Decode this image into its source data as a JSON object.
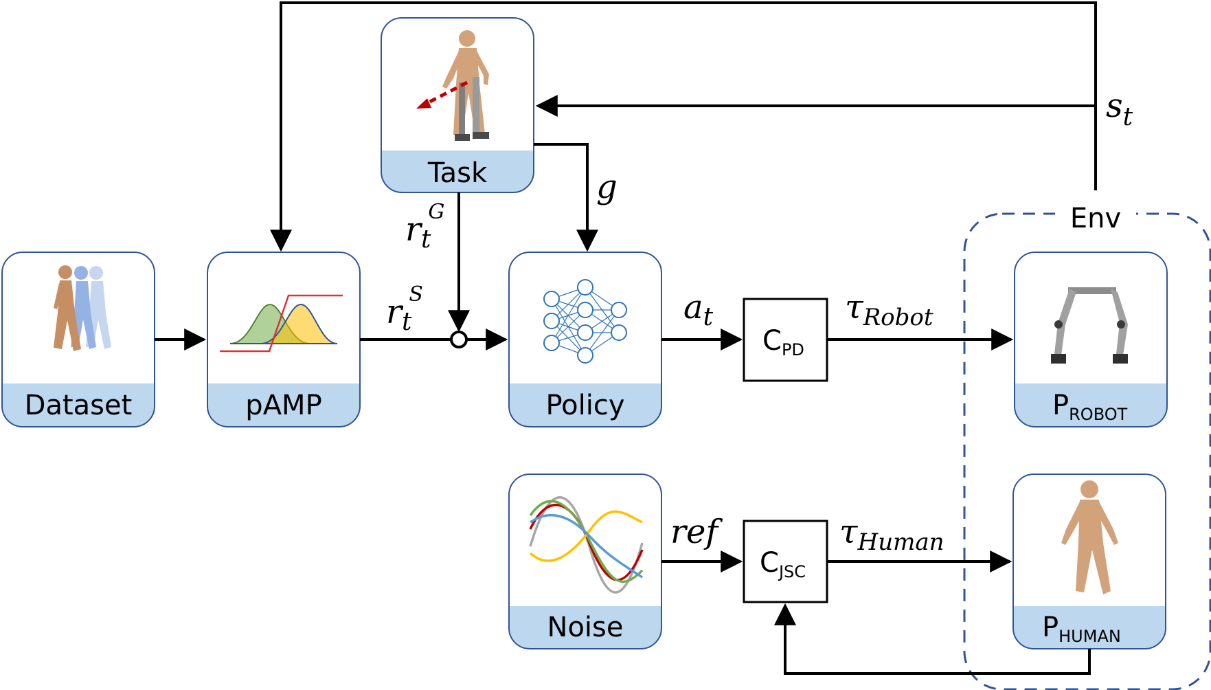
{
  "blocks": {
    "dataset": "Dataset",
    "pamp": "pAMP",
    "task": "Task",
    "policy": "Policy",
    "noise": "Noise",
    "env": "Env"
  },
  "controllers": {
    "pd_main": "C",
    "pd_sub": "PD",
    "jsc_main": "C",
    "jsc_sub": "JSC"
  },
  "plants": {
    "robot_main": "P",
    "robot_sub": "ROBOT",
    "human_main": "P",
    "human_sub": "HUMAN"
  },
  "signals": {
    "st_base": "s",
    "st_sub": "t",
    "g": "g",
    "rtg_base": "r",
    "rtg_sub": "t",
    "rtg_sup": "G",
    "rts_base": "r",
    "rts_sub": "t",
    "rts_sup": "S",
    "at_base": "a",
    "at_sub": "t",
    "tau_robot_base": "τ",
    "tau_robot_sub": "Robot",
    "ref": "ref",
    "tau_human_base": "τ",
    "tau_human_sub": "Human"
  },
  "colors": {
    "block_fill": "#ffffff",
    "block_border": "#2f5597",
    "label_band": "#bdd7ee",
    "env_border": "#2f5597",
    "arrow": "#000000",
    "gaussian_green": "#70ad47",
    "gaussian_yellow": "#ffc000",
    "step_red": "#e03030",
    "nn_node": "#2e75b6",
    "task_arrow": "#c00000",
    "noise_red": "#c00000",
    "noise_green": "#70ad47",
    "noise_yellow": "#ffc000",
    "noise_blue": "#5b9bd5",
    "noise_gray": "#a6a6a6",
    "mannequin": "#d2a27a",
    "robot_metal": "#9a9a9a"
  }
}
